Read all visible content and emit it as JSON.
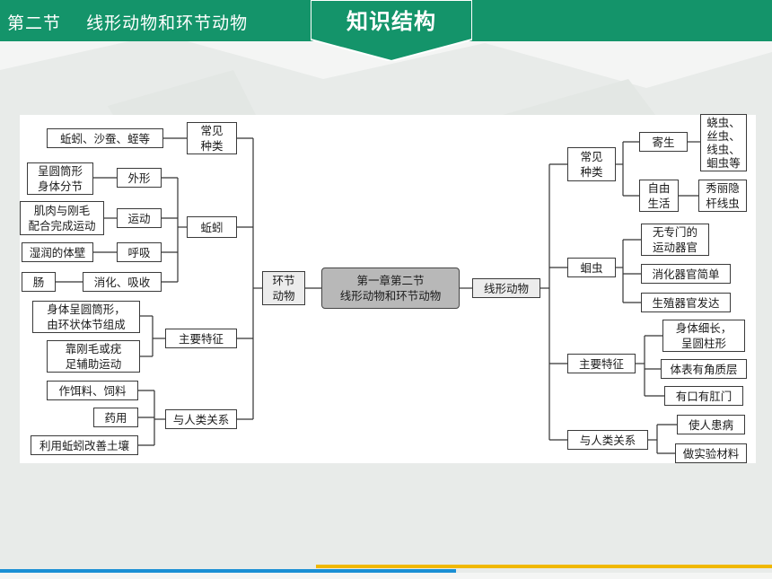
{
  "header": {
    "section_title": "第二节    线形动物和环节动物",
    "badge": "知识结构"
  },
  "colors": {
    "header_green": "#14946a",
    "bar_blue": "#1a8fd4",
    "bar_gold": "#f0b800",
    "center_box": "#b8b8b8"
  },
  "map": {
    "center": "第一章第二节\n线形动物和环节动物",
    "left": {
      "root": "环节\n动物",
      "earthworm": {
        "label": "蚯蚓",
        "external_shape": {
          "label": "外形",
          "detail": "呈圆筒形\n身体分节"
        },
        "movement": {
          "label": "运动",
          "detail": "肌肉与刚毛\n配合完成运动"
        },
        "breathing": {
          "label": "呼吸",
          "detail": "湿润的体壁"
        },
        "digestion": {
          "label": "消化、吸收",
          "detail": "肠"
        }
      },
      "common_species": {
        "label": "常见\n种类",
        "detail": "蚯蚓、沙蚕、蛭等"
      },
      "main_features": {
        "label": "主要特征",
        "items": [
          "身体呈圆筒形，\n由环状体节组成",
          "靠刚毛或疣\n足辅助运动"
        ]
      },
      "human_relation": {
        "label": "与人类关系",
        "items": [
          "作饵料、饲料",
          "药用",
          "利用蚯蚓改善土壤"
        ]
      }
    },
    "right": {
      "root": "线形动物",
      "common_species": {
        "label": "常见\n种类",
        "parasitic": {
          "label": "寄生",
          "detail": "蛲虫、\n丝虫、\n线虫、\n蛔虫等"
        },
        "free_living": {
          "label": "自由\n生活",
          "detail": "秀丽隐\n杆线虫"
        }
      },
      "roundworm": {
        "label": "蛔虫",
        "items": [
          "无专门的\n运动器官",
          "消化器官简单",
          "生殖器官发达"
        ]
      },
      "main_features": {
        "label": "主要特征",
        "items": [
          "身体细长，\n呈圆柱形",
          "体表有角质层",
          "有口有肛门"
        ]
      },
      "human_relation": {
        "label": "与人类关系",
        "items": [
          "使人患病",
          "做实验材料"
        ]
      }
    }
  }
}
